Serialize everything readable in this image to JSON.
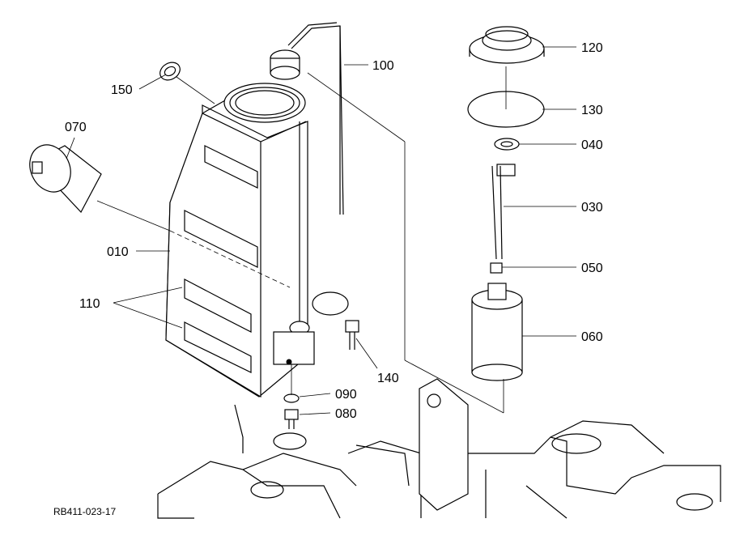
{
  "diagram": {
    "reference_code": "RB411-023-17",
    "parts": [
      {
        "id": "p120",
        "label": "120"
      },
      {
        "id": "p130",
        "label": "130"
      },
      {
        "id": "p040",
        "label": "040"
      },
      {
        "id": "p030",
        "label": "030"
      },
      {
        "id": "p050",
        "label": "050"
      },
      {
        "id": "p060",
        "label": "060"
      },
      {
        "id": "p100",
        "label": "100"
      },
      {
        "id": "p150",
        "label": "150"
      },
      {
        "id": "p070",
        "label": "070"
      },
      {
        "id": "p010",
        "label": "010"
      },
      {
        "id": "p110",
        "label": "110"
      },
      {
        "id": "p140",
        "label": "140"
      },
      {
        "id": "p090",
        "label": "090"
      },
      {
        "id": "p080",
        "label": "080"
      }
    ]
  }
}
